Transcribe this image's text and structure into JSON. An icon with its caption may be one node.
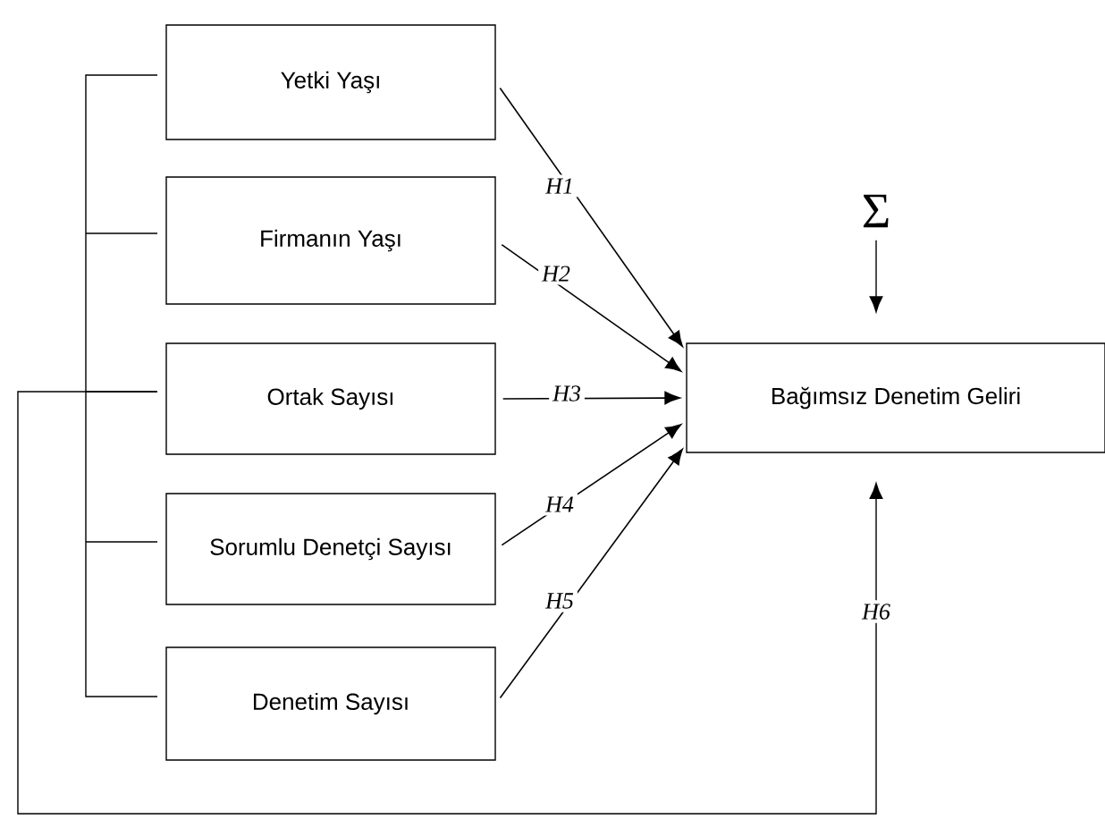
{
  "diagram": {
    "nodes": [
      {
        "text": [
          "Yetki Yaşı"
        ]
      },
      {
        "text": [
          "Firmanın Yaşı"
        ]
      },
      {
        "text": [
          "Ortak Sayısı"
        ]
      },
      {
        "text": [
          "Sorumlu Denetçi Sayısı"
        ]
      },
      {
        "text": [
          "Denetim Sayısı"
        ]
      },
      {
        "text": [
          "Bağımsız Denetim Geliri"
        ]
      },
      {
        "text": [
          "Σ"
        ]
      }
    ],
    "edges": [
      {
        "from": 0,
        "to": 5,
        "arrow": "to",
        "label": "H1"
      },
      {
        "from": 1,
        "to": 5,
        "arrow": "to",
        "label": "H2"
      },
      {
        "from": 2,
        "to": 5,
        "arrow": "to",
        "label": "H3"
      },
      {
        "from": 3,
        "to": 5,
        "arrow": "to",
        "label": "H4"
      },
      {
        "from": 4,
        "to": 5,
        "arrow": "to",
        "label": "H5"
      },
      {
        "from": 6,
        "to": 5,
        "arrow": "to"
      },
      {
        "from": 2,
        "to": 5,
        "arrow": "to",
        "label": "H6"
      }
    ]
  }
}
